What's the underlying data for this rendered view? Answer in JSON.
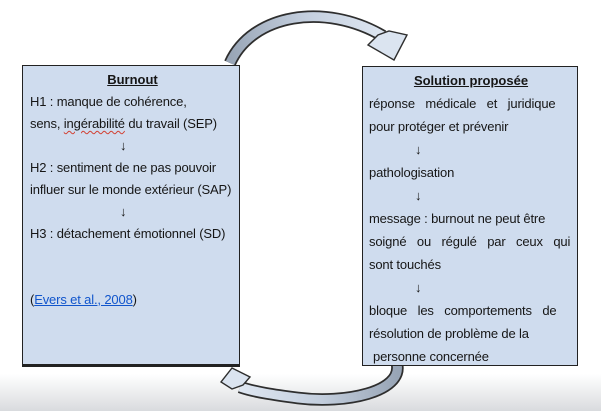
{
  "colors": {
    "box_fill": "#cfdcee",
    "box_border": "#222222",
    "text": "#161616",
    "link": "#1155cc",
    "squiggle": "#d23f31",
    "arrow_outline": "#2e2e2e",
    "arrow_dark": "#98a5b6",
    "arrow_mid": "#c3cedd",
    "arrow_light": "#dee6f1",
    "head_fill": "#dbe4f0",
    "page_fade": "#d9dbde"
  },
  "burnout_box": {
    "title": "Burnout",
    "h1_line1": "H1 : manque de cohérence,",
    "h1_line2_pre": "sens, ",
    "h1_line2_word": "ingérabilité",
    "h1_line2_post": " du travail (SEP)",
    "arrow_down": "↓",
    "h2_line1": "H2 : sentiment de ne pas pouvoir",
    "h2_line2": "influer sur le monde extérieur (SAP)",
    "h3_line": "H3 : détachement émotionnel (SD)",
    "citation_prefix": "(",
    "citation_link_text": "Evers et al., 2008",
    "citation_suffix": ")"
  },
  "solution_box": {
    "title": "Solution proposée",
    "line1": "réponse médicale et juridique",
    "line2": "pour protéger et prévenir",
    "arrow_down": "↓",
    "line3": "pathologisation",
    "line4": "message : burnout ne peut être",
    "line5": "soigné ou régulé par ceux qui",
    "line6": "sont touchés",
    "line7": "bloque les comportements de",
    "line8": "résolution de problème de la",
    "line9": "personne concernée"
  }
}
